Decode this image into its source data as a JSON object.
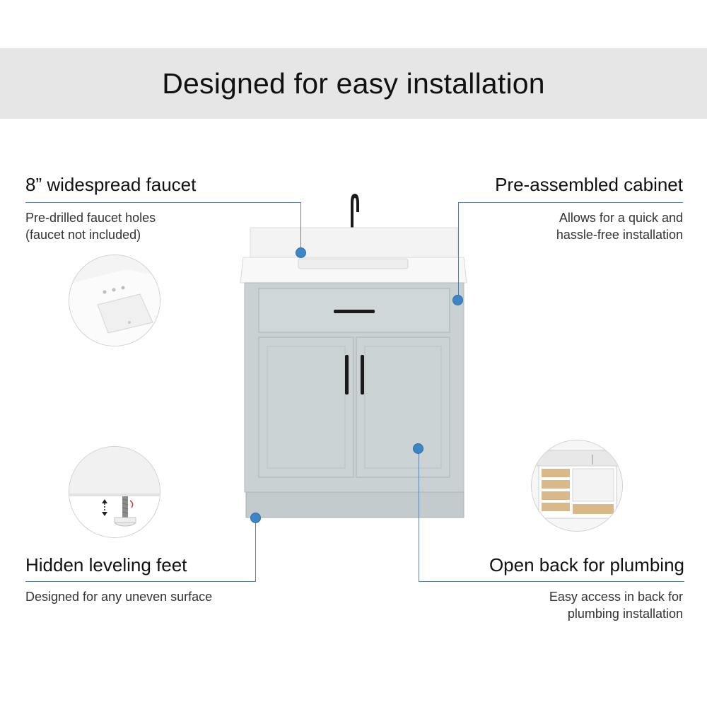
{
  "banner": {
    "title": "Designed for easy installation"
  },
  "features": {
    "faucet": {
      "title": "8” widespread faucet",
      "lines": [
        "Pre-drilled faucet holes",
        "(faucet not included)"
      ]
    },
    "cabinet": {
      "title": "Pre-assembled cabinet",
      "lines": [
        "Allows for  a quick and",
        "hassle-free installation"
      ]
    },
    "feet": {
      "title": "Hidden leveling feet",
      "lines": [
        "Designed for any uneven surface"
      ]
    },
    "plumbing": {
      "title": "Open back for plumbing",
      "lines": [
        "Easy access in back for",
        "plumbing installation"
      ]
    }
  },
  "colors": {
    "accent_dot": "#3e85c8",
    "leader_line": "#5a7fa8",
    "banner_bg": "#e6e6e6",
    "cabinet_gray": "#c9d1d3",
    "countertop_white": "#f7f7f7",
    "hardware_black": "#1a1a1a"
  },
  "icons": {
    "inset_faucet_holes": "sink-faucet-holes-icon",
    "inset_leveling_foot": "leveling-foot-icon",
    "inset_open_back": "open-back-cabinet-icon",
    "product": "bathroom-vanity-image"
  }
}
